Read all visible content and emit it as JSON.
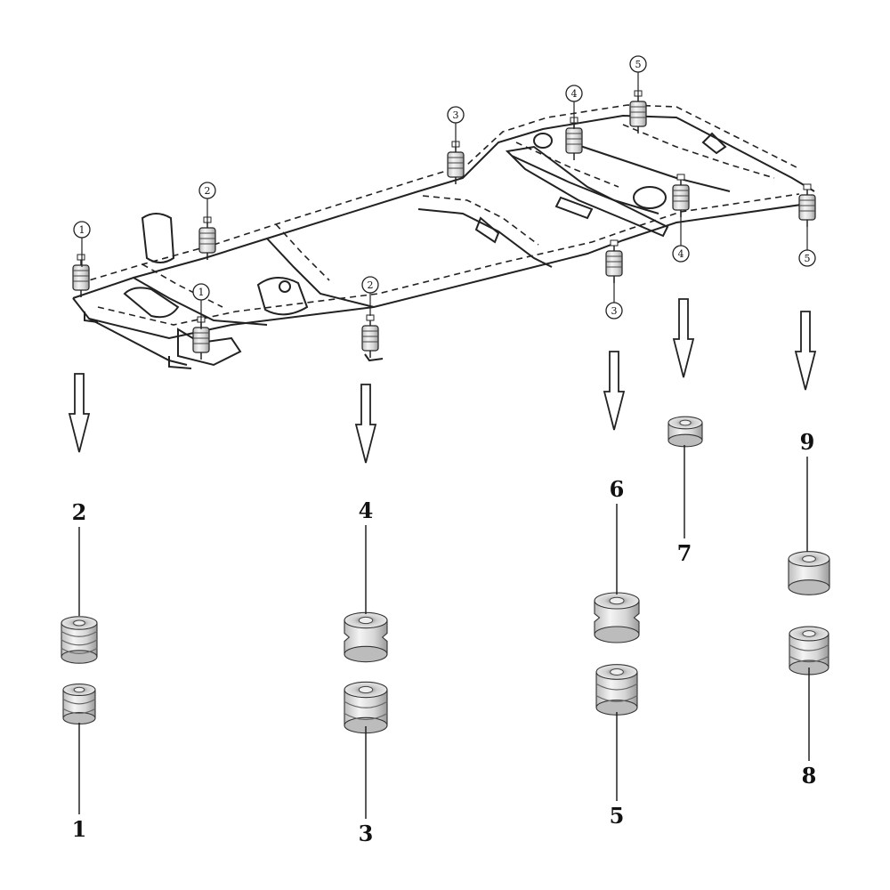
{
  "callouts": [
    {
      "id": "c1a",
      "text": "1"
    },
    {
      "id": "c1b",
      "text": "1"
    },
    {
      "id": "c2a",
      "text": "2"
    },
    {
      "id": "c2b",
      "text": "2"
    },
    {
      "id": "c3a",
      "text": "3"
    },
    {
      "id": "c3b",
      "text": "3"
    },
    {
      "id": "c4a",
      "text": "4"
    },
    {
      "id": "c4b",
      "text": "4"
    },
    {
      "id": "c5a",
      "text": "5"
    },
    {
      "id": "c5b",
      "text": "5"
    }
  ],
  "part_labels": [
    "1",
    "2",
    "3",
    "4",
    "5",
    "6",
    "7",
    "8",
    "9"
  ],
  "colors": {
    "line": "#222222",
    "bushing_light": "#ececec",
    "bushing_mid": "#c8c8c8",
    "bushing_dark": "#8a8a8a"
  }
}
